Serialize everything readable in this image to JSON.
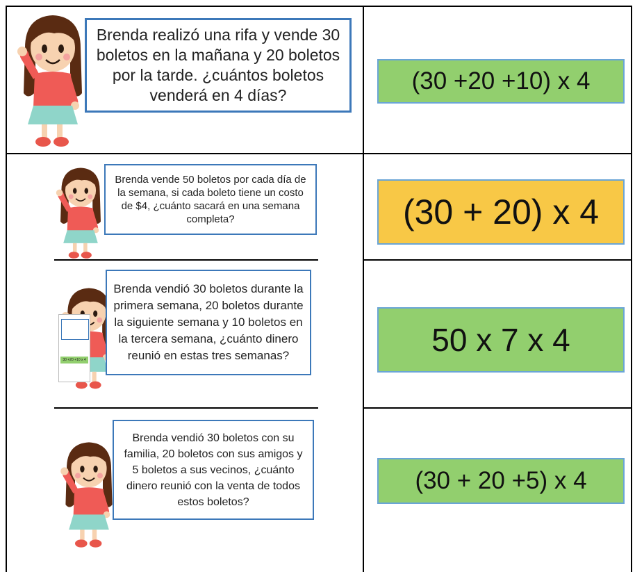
{
  "rows": [
    {
      "question": "Brenda realizó una rifa y vende 30 boletos en la mañana y 20 boletos por la tarde. ¿cuántos boletos venderá en 4 días?",
      "answer": "(30 +20 +10) x 4",
      "answer_color": "#92cf6e"
    },
    {
      "question": "Brenda vende 50 boletos por cada día de la semana, si cada boleto tiene un costo de $4, ¿cuánto sacará en una semana completa?",
      "answer": "(30 + 20) x 4",
      "answer_color": "#f8c846"
    },
    {
      "question": "Brenda vendió 30 boletos durante la primera semana, 20 boletos durante la siguiente semana y 10 boletos en la tercera semana, ¿cuánto dinero reunió en estas tres semanas?",
      "answer": "50 x 7 x 4",
      "answer_color": "#92cf6e"
    },
    {
      "question": "Brenda vendió 30 boletos con su familia, 20 boletos con sus amigos y 5 boletos a sus vecinos, ¿cuánto dinero reunió con la venta de todos estos boletos?",
      "answer": "(30 + 20 +5) x 4",
      "answer_color": "#92cf6e"
    }
  ],
  "mini_card_answer": "30 +20 +10 x 4",
  "icons": {
    "girl": "girl-character-icon"
  }
}
